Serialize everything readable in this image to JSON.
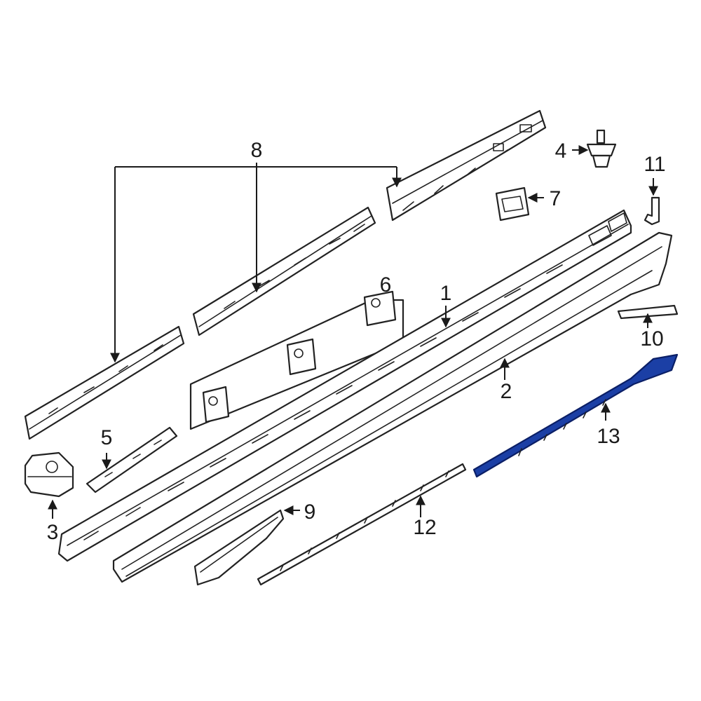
{
  "diagram": {
    "colors": {
      "line": "#1a1a1a",
      "highlight_fill": "#1b3fa5",
      "highlight_stroke": "#0b1f66",
      "background": "#ffffff"
    },
    "callouts": {
      "c1": "1",
      "c2": "2",
      "c3": "3",
      "c4": "4",
      "c5": "5",
      "c6": "6",
      "c7": "7",
      "c8": "8",
      "c9": "9",
      "c10": "10",
      "c11": "11",
      "c12": "12",
      "c13": "13"
    },
    "highlighted_part": "13"
  }
}
